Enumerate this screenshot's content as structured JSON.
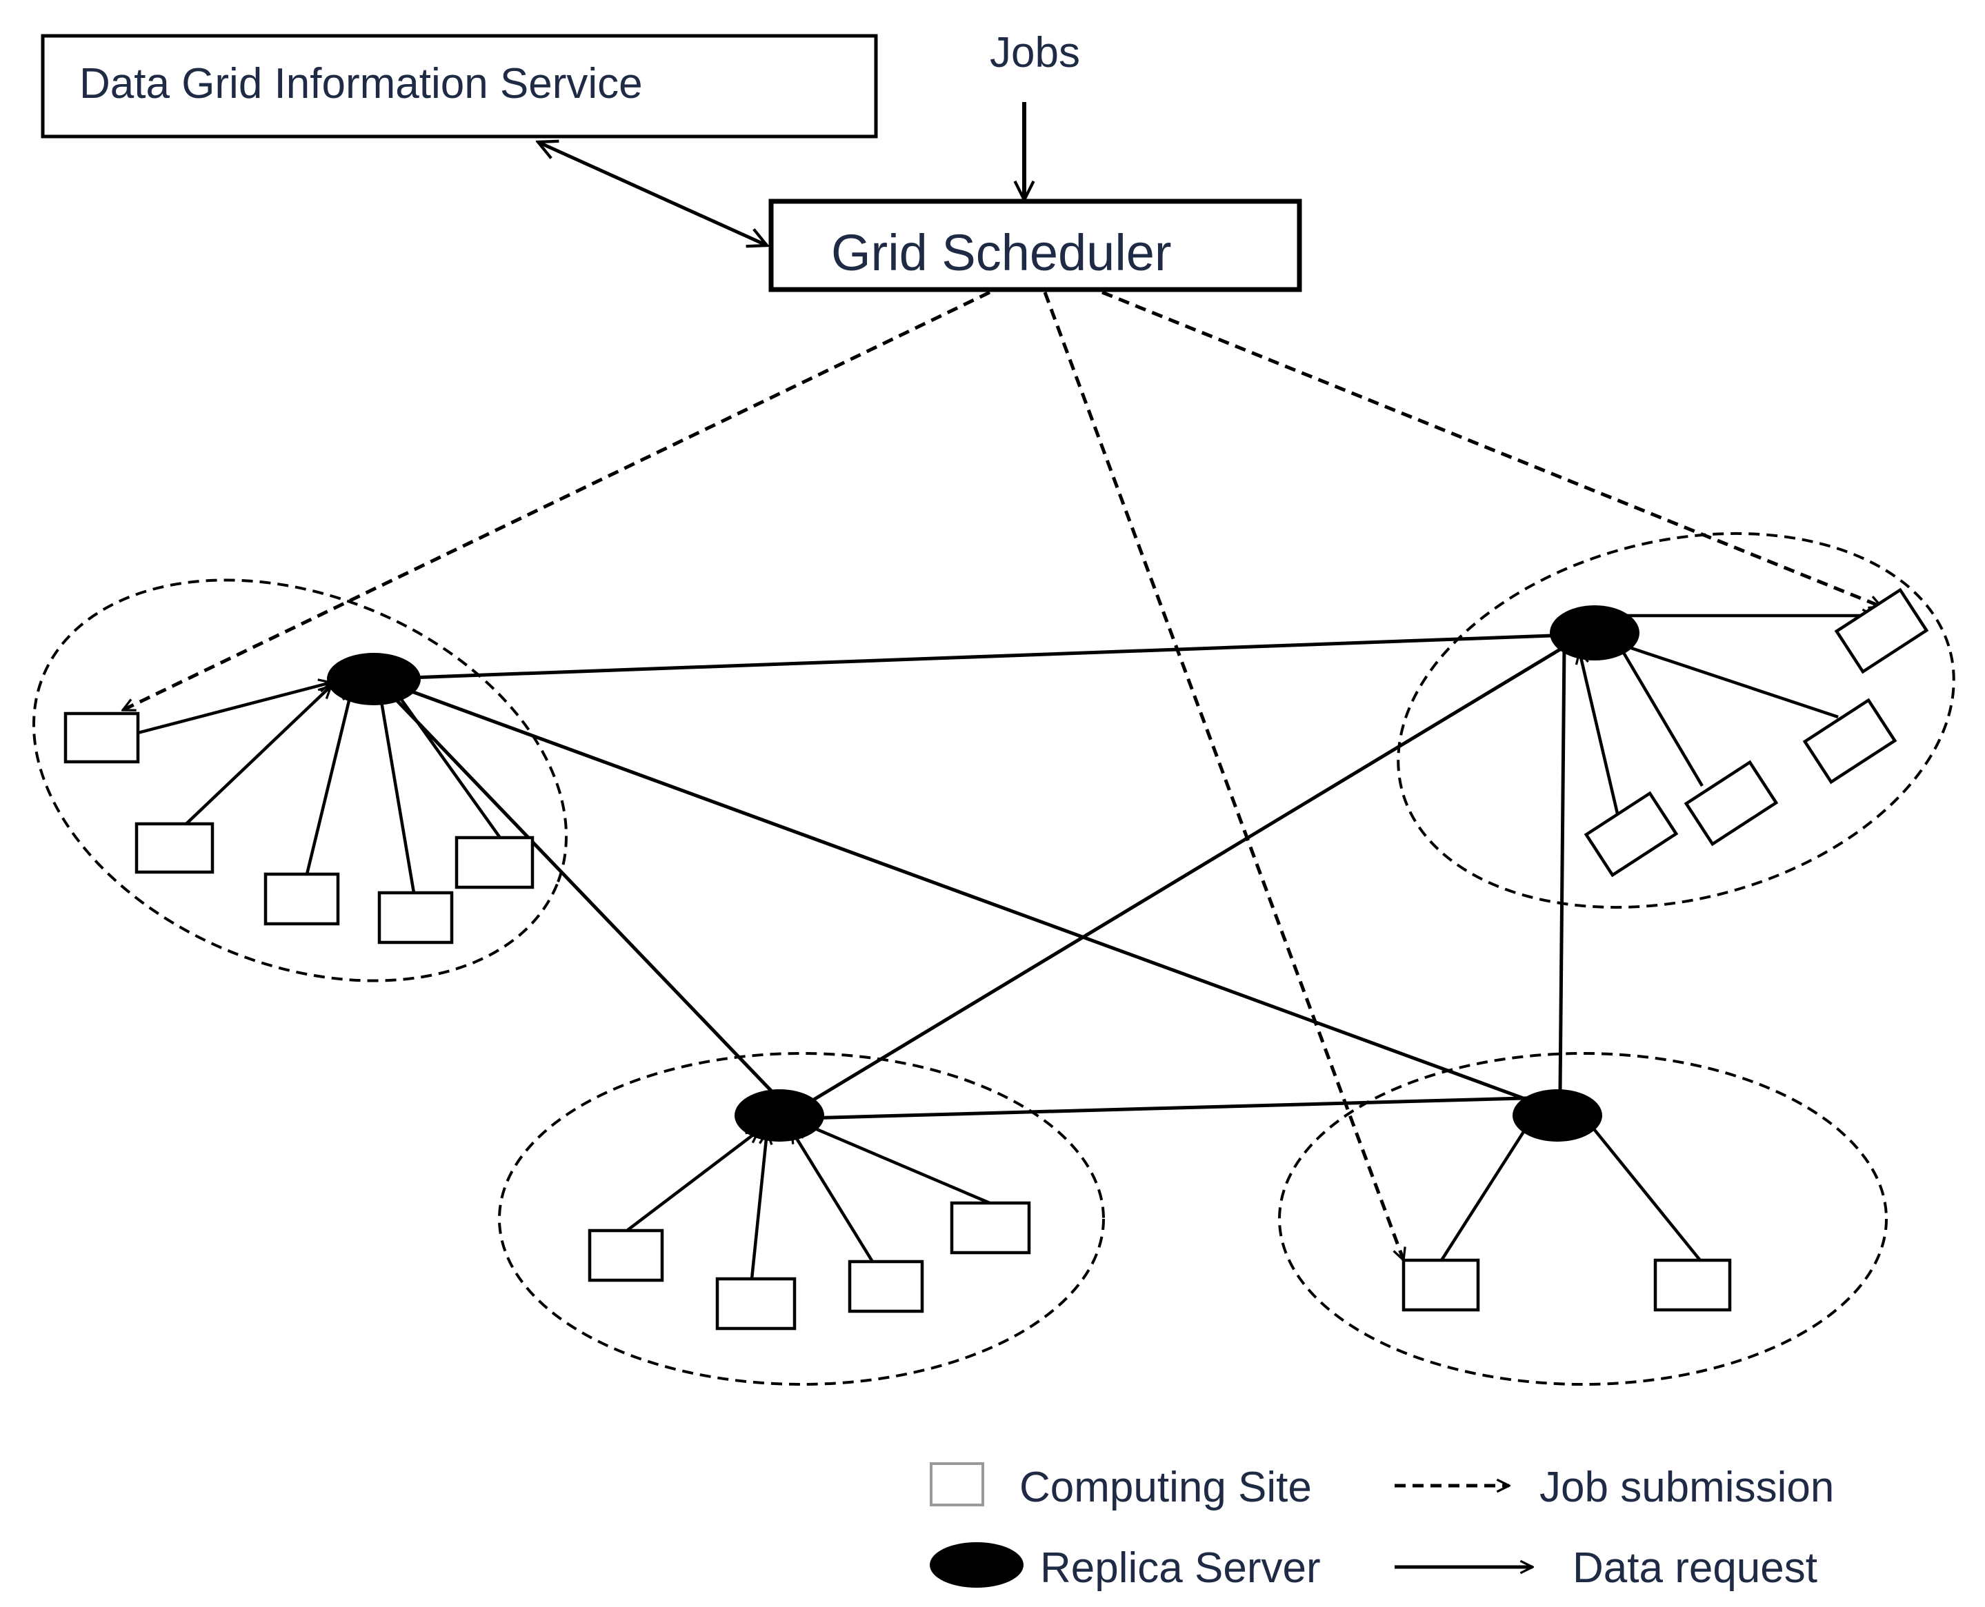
{
  "top": {
    "info_service_label": "Data Grid Information Service",
    "jobs_label": "Jobs",
    "scheduler_label": "Grid Scheduler"
  },
  "legend": {
    "computing_site": "Computing Site",
    "job_submission": "Job submission",
    "replica_server": "Replica Server",
    "data_request": "Data request"
  },
  "colors": {
    "ink": "#000000",
    "text": "#1f2a44"
  }
}
